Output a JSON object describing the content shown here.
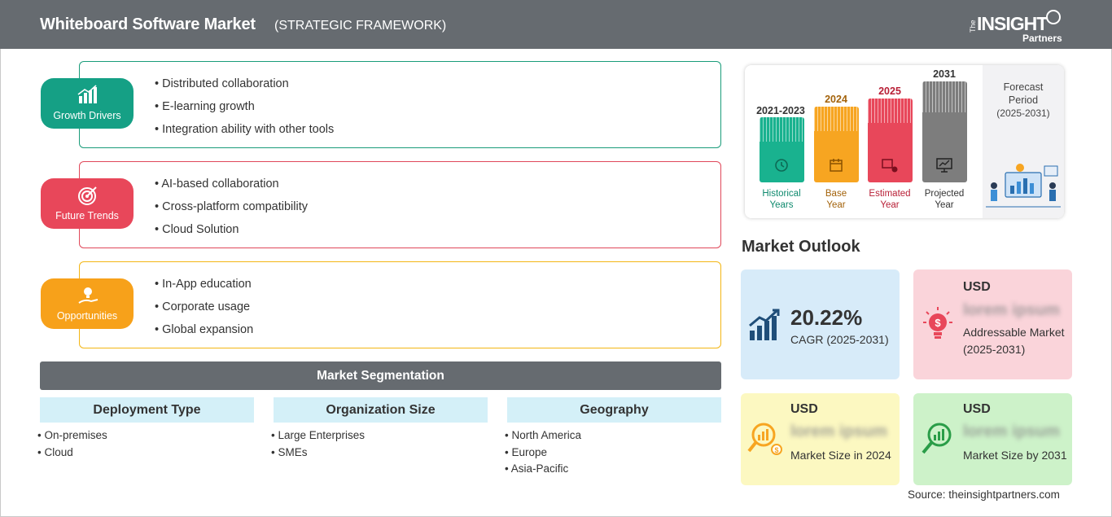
{
  "header": {
    "title": "Whiteboard Software Market",
    "subtitle": "(STRATEGIC FRAMEWORK)",
    "logo_the": "The",
    "logo_main": "INSIGHT",
    "logo_sub": "Partners"
  },
  "framework": [
    {
      "badge": "Growth Drivers",
      "items": [
        "Distributed collaboration",
        "E-learning growth",
        "Integration ability with other tools"
      ]
    },
    {
      "badge": "Future Trends",
      "items": [
        "AI-based collaboration",
        "Cross-platform compatibility",
        "Cloud Solution"
      ]
    },
    {
      "badge": "Opportunities",
      "items": [
        "In-App education",
        "Corporate usage",
        "Global expansion"
      ]
    }
  ],
  "segmentation": {
    "title": "Market Segmentation",
    "columns": [
      {
        "heading": "Deployment Type",
        "items": [
          "On-premises",
          "Cloud"
        ]
      },
      {
        "heading": "Organization Size",
        "items": [
          "Large Enterprises",
          "SMEs"
        ]
      },
      {
        "heading": "Geography",
        "items": [
          "North America",
          "Europe",
          "Asia-Pacific"
        ]
      }
    ]
  },
  "timeline": {
    "periods": [
      {
        "year": "2021-2023",
        "label_l1": "Historical",
        "label_l2": "Years",
        "color": "#19b28f"
      },
      {
        "year": "2024",
        "label_l1": "Base",
        "label_l2": "Year",
        "color": "#f7a521"
      },
      {
        "year": "2025",
        "label_l1": "Estimated",
        "label_l2": "Year",
        "color": "#e8475a"
      },
      {
        "year": "2031",
        "label_l1": "Projected",
        "label_l2": "Year",
        "color": "#7d7d7d"
      }
    ],
    "forecast_l1": "Forecast",
    "forecast_l2": "Period",
    "forecast_l3": "(2025-2031)"
  },
  "outlook": {
    "title": "Market Outlook",
    "cagr_value": "20.22%",
    "cagr_label": "CAGR (2025-2031)",
    "addressable": {
      "currency": "USD",
      "value": "lorem ipsum",
      "label": "Addressable Market (2025-2031)"
    },
    "size_2024": {
      "currency": "USD",
      "value": "lorem ipsum",
      "label": "Market Size in 2024"
    },
    "size_2031": {
      "currency": "USD",
      "value": "lorem ipsum",
      "label": "Market Size by 2031"
    }
  },
  "source": "Source: theinsightpartners.com"
}
